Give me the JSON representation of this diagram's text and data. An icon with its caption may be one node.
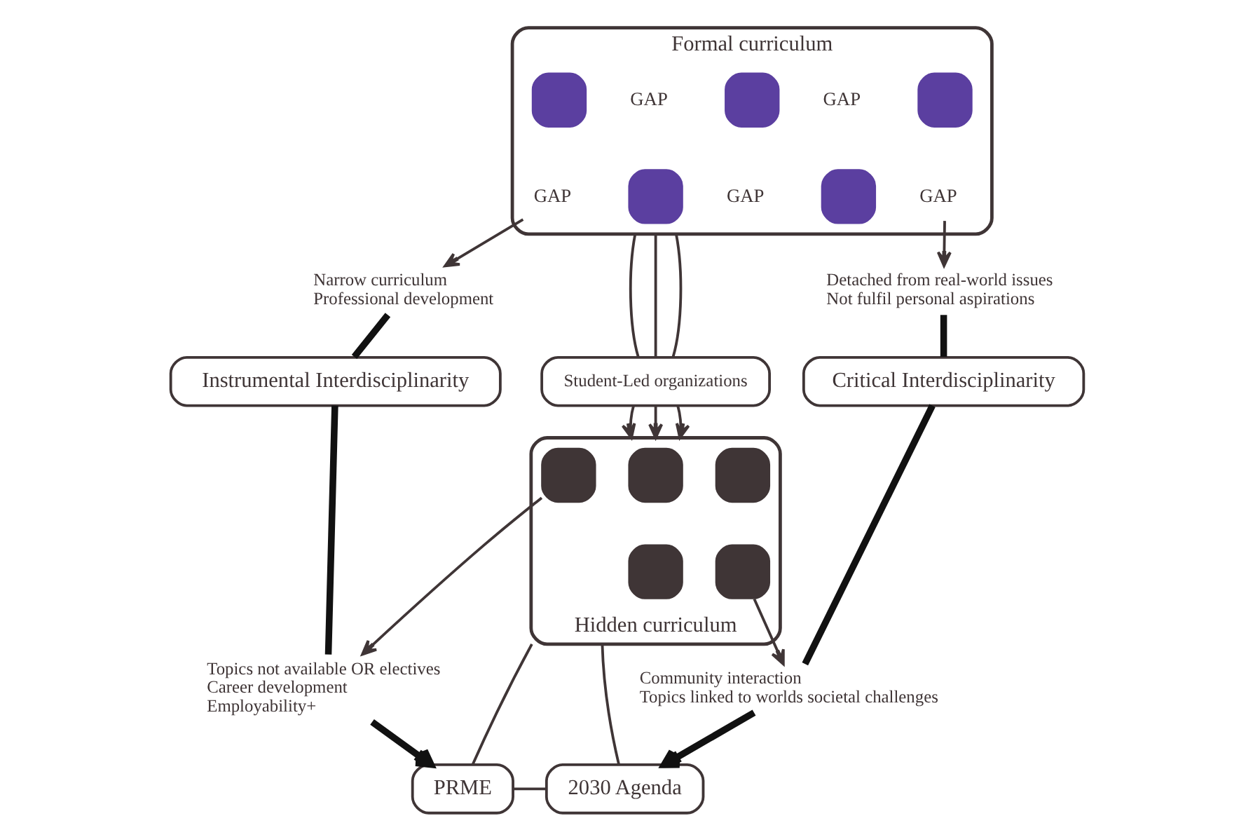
{
  "diagram": {
    "nodes": [
      {
        "text": [
          "Formal curriculum"
        ]
      },
      {
        "text": [],
        "shape": "box",
        "in": 0
      },
      {
        "text": [
          "GAP"
        ],
        "in": 0
      },
      {
        "text": [],
        "shape": "box",
        "in": 0
      },
      {
        "text": [
          "GAP"
        ],
        "in": 0
      },
      {
        "text": [],
        "shape": "box",
        "in": 0
      },
      {
        "text": [
          "GAP"
        ],
        "in": 0
      },
      {
        "text": [],
        "shape": "box",
        "in": 0
      },
      {
        "text": [
          "GAP"
        ],
        "in": 0
      },
      {
        "text": [],
        "shape": "box",
        "in": 0
      },
      {
        "text": [
          "GAP"
        ],
        "in": 0
      },
      {
        "text": [
          "Narrow curriculum",
          "Professional development"
        ]
      },
      {
        "text": [
          "Detached from real-world issues",
          "Not fulfil personal aspirations"
        ]
      },
      {
        "text": [
          "Instrumental Interdisciplinarity"
        ]
      },
      {
        "text": [
          "Student-Led organizations"
        ]
      },
      {
        "text": [
          "Critical Interdisciplinarity"
        ]
      },
      {
        "text": [
          "Hidden curriculum"
        ]
      },
      {
        "text": [],
        "shape": "box",
        "in": 16
      },
      {
        "text": [],
        "shape": "box",
        "in": 16
      },
      {
        "text": [],
        "shape": "box",
        "in": 16
      },
      {
        "text": [],
        "shape": "box",
        "in": 16
      },
      {
        "text": [],
        "shape": "box",
        "in": 16
      },
      {
        "text": [
          "Topics not available OR electives",
          "Career development",
          "Employability+"
        ]
      },
      {
        "text": [
          "Community interaction",
          "Topics linked to worlds societal challenges"
        ]
      },
      {
        "text": [
          "PRME"
        ]
      },
      {
        "text": [
          "2030 Agenda"
        ]
      }
    ],
    "edges": [
      {
        "from": 6,
        "to": 11,
        "arrow": "to"
      },
      {
        "from": 10,
        "to": 12,
        "arrow": "to"
      },
      {
        "from": 11,
        "to": 13,
        "arrow": "none",
        "style": "thick"
      },
      {
        "from": 12,
        "to": 15,
        "arrow": "none",
        "style": "thick"
      },
      {
        "from": 0,
        "to": 14,
        "arrow": "none"
      },
      {
        "from": 0,
        "to": 14,
        "arrow": "none"
      },
      {
        "from": 0,
        "to": 14,
        "arrow": "none"
      },
      {
        "from": 14,
        "to": 16,
        "arrow": "to"
      },
      {
        "from": 14,
        "to": 16,
        "arrow": "to"
      },
      {
        "from": 14,
        "to": 16,
        "arrow": "to"
      },
      {
        "from": 13,
        "to": 22,
        "arrow": "none",
        "style": "thick"
      },
      {
        "from": 15,
        "to": 23,
        "arrow": "none",
        "style": "thick"
      },
      {
        "from": 17,
        "to": 22,
        "arrow": "to"
      },
      {
        "from": 21,
        "to": 23,
        "arrow": "to"
      },
      {
        "from": 22,
        "to": 24,
        "arrow": "to",
        "style": "thick"
      },
      {
        "from": 23,
        "to": 25,
        "arrow": "to",
        "style": "thick"
      },
      {
        "from": 16,
        "to": 24,
        "arrow": "none"
      },
      {
        "from": 16,
        "to": 25,
        "arrow": "none"
      },
      {
        "from": 24,
        "to": 25,
        "arrow": "none"
      }
    ]
  }
}
